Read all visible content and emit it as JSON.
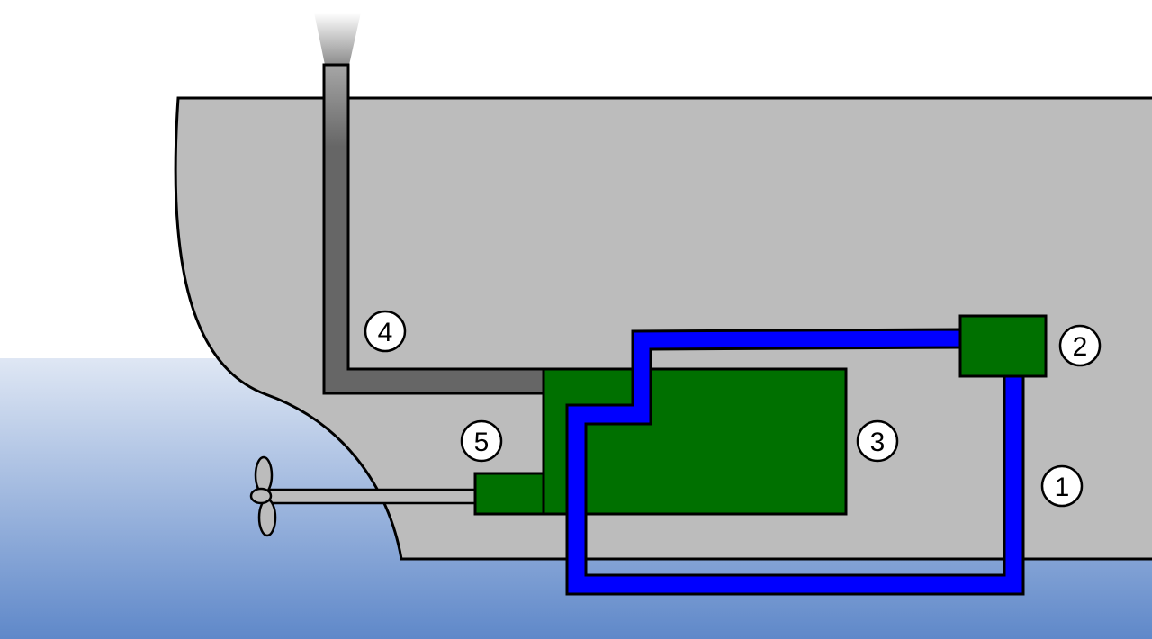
{
  "colors": {
    "hull": "#bcbcbc",
    "water_top": "#dfe7f4",
    "water_bottom": "#5f88c9",
    "equipment": "#007000",
    "cooling_pipe": "#0000ff",
    "exhaust_pipe": "#666666",
    "outline": "#000000",
    "smoke": "#999999"
  },
  "callouts": [
    {
      "id": "cooling-loop",
      "label": "1"
    },
    {
      "id": "heat-exchanger",
      "label": "2"
    },
    {
      "id": "engine",
      "label": "3"
    },
    {
      "id": "exhaust",
      "label": "4"
    },
    {
      "id": "gearbox",
      "label": "5"
    }
  ]
}
